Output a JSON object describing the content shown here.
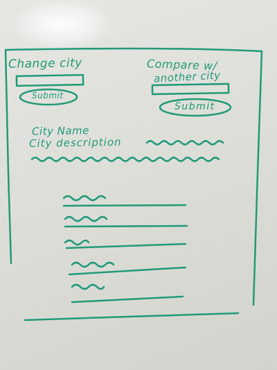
{
  "change_city": {
    "label": "Change city",
    "submit_label": "Submit"
  },
  "compare": {
    "label_line1": "Compare w/",
    "label_line2": "another city",
    "submit_label": "Submit"
  },
  "city_info": {
    "name_label": "City Name",
    "description_label": "City description"
  },
  "list": {
    "item_count": 5
  },
  "colors": {
    "ink": "#1f9a78",
    "board": "#e2e2de"
  }
}
